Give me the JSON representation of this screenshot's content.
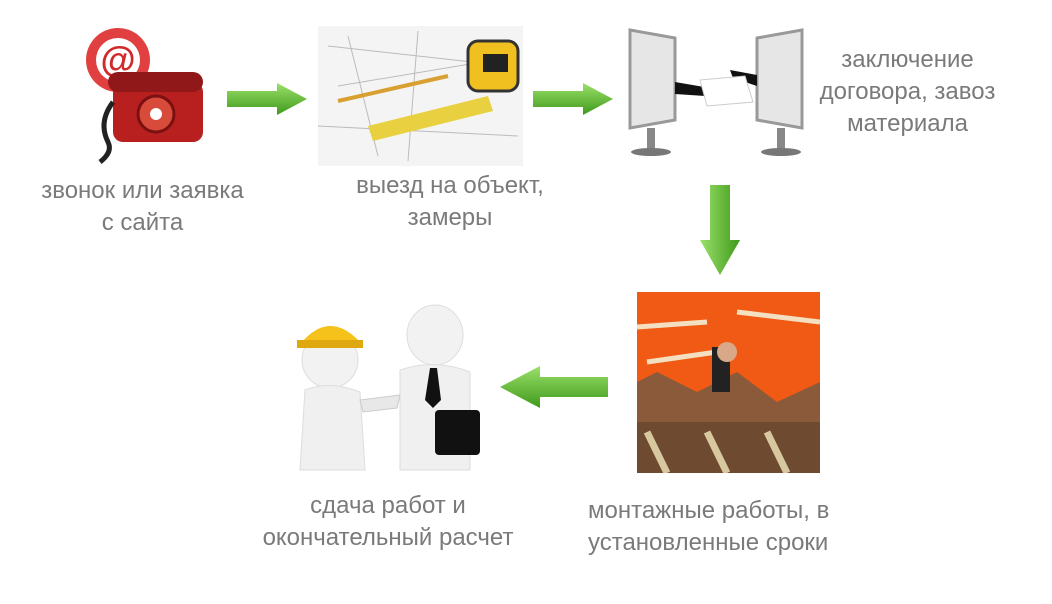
{
  "steps": [
    {
      "label": "звонок или заявка\nс сайта",
      "icon": "phone-email-icon"
    },
    {
      "label": "выезд на объект,\nзамеры",
      "icon": "tape-measure-icon"
    },
    {
      "label": "заключение\nдоговора, завоз\nматериала",
      "icon": "contract-monitors-icon"
    },
    {
      "label": "монтажные работы, в\nустановленные сроки",
      "icon": "worker-drilling-icon"
    },
    {
      "label": "сдача работ и\nокончательный расчет",
      "icon": "handshake-icon"
    }
  ],
  "colors": {
    "arrow": "#6cc23a",
    "arrow_dark": "#3f9a1c",
    "text": "#7a7a7a"
  }
}
